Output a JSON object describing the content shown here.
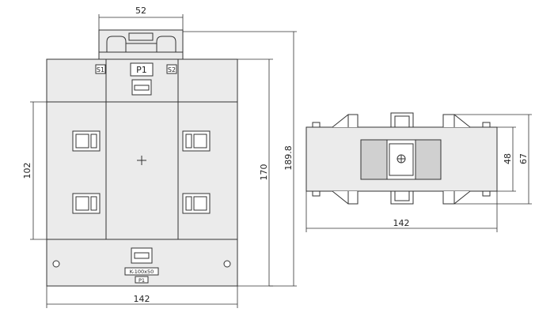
{
  "front_view": {
    "terminal_labels": {
      "s1": "S1",
      "s2": "S2",
      "p1_top": "P1"
    },
    "nameplate": {
      "model": "K-100x50",
      "p1": "P1"
    },
    "dimensions": {
      "top_width": "52",
      "bottom_width": "142",
      "left_height": "102",
      "right_height_inner": "170",
      "right_height_outer": "189.8"
    }
  },
  "side_view": {
    "dimensions": {
      "inner_height": "48",
      "outer_height": "67",
      "width": "142"
    }
  },
  "colors": {
    "body_fill": "#ebebeb",
    "window_fill": "#d0d0d0",
    "line": "#333333"
  }
}
